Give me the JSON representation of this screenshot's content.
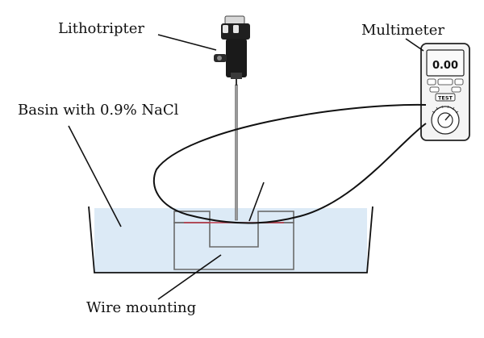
{
  "labels": {
    "lithotripter": "Lithotripter",
    "multimeter": "Multimeter",
    "basin": "Basin with 0.9% NaCl",
    "wire_mounting": "Wire mounting"
  },
  "multimeter_display": {
    "reading": "0.00",
    "button": "TEST"
  },
  "colors": {
    "saline": "#dceaf6",
    "outline": "#111111",
    "wire": "#c0394b",
    "mount": "#6a6a6a"
  }
}
